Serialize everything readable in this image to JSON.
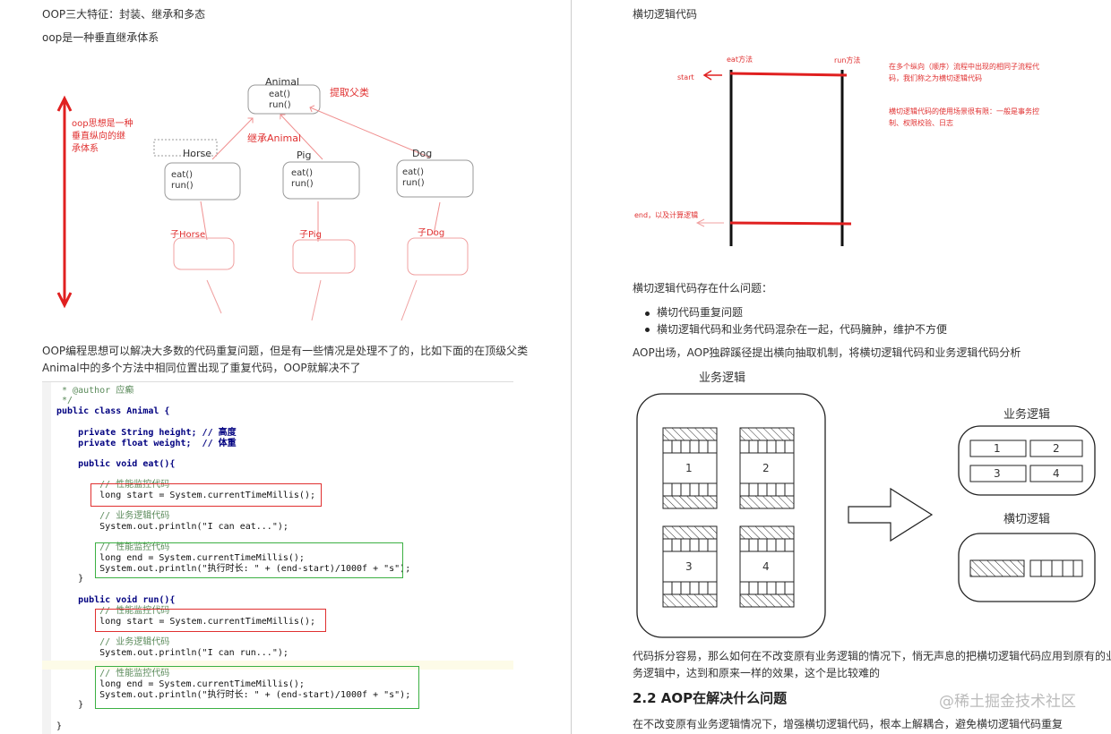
{
  "left": {
    "p1": "OOP三大特征：封装、继承和多态",
    "p2": "oop是一种垂直继承体系",
    "diagram": {
      "vertical_note": [
        "oop思想是一种",
        "垂直纵向的继",
        "承体系"
      ],
      "parent": {
        "name": "Animal",
        "methods": [
          "eat()",
          "run()"
        ]
      },
      "extract_parent_label": "提取父类",
      "inherit_label": "继承Animal",
      "children": [
        {
          "name": "Horse",
          "methods": [
            "eat()",
            "run()"
          ],
          "sub": "子Horse"
        },
        {
          "name": "Pig",
          "methods": [
            "eat()",
            "run()"
          ],
          "sub": "子Pig"
        },
        {
          "name": "Dog",
          "methods": [
            "eat()",
            "run()"
          ],
          "sub": "子Dog"
        }
      ]
    },
    "p3_line1": "OOP编程思想可以解决大多数的代码重复问题，但是有一些情况是处理不了的，比如下面的在顶级父类",
    "p3_line2": "Animal中的多个方法中相同位置出现了重复代码，OOP就解决不了",
    "code": [
      " * @author 应癫",
      " */",
      "public class Animal {",
      "    private String height; // 高度",
      "    private float weight;  // 体重",
      "    public void eat(){",
      "        // 性能监控代码",
      "        long start = System.currentTimeMillis();",
      "        // 业务逻辑代码",
      "        System.out.println(\"I can eat...\");",
      "        // 性能监控代码",
      "        long end = System.currentTimeMillis();",
      "        System.out.println(\"执行时长: \" + (end-start)/1000f + \"s\");",
      "    }",
      "    public void run(){",
      "        // 性能监控代码",
      "        long start = System.currentTimeMillis();",
      "        // 业务逻辑代码",
      "        System.out.println(\"I can run...\");",
      "        // 性能监控代码",
      "        long end = System.currentTimeMillis();",
      "        System.out.println(\"执行时长: \" + (end-start)/1000f + \"s\");",
      "    }",
      "}"
    ]
  },
  "right": {
    "heading": "横切逻辑代码",
    "cross": {
      "eat_label": "eat方法",
      "run_label": "run方法",
      "start_label": "start",
      "end_label": "end，以及计算逻辑",
      "note1": [
        "在多个纵向（顺序）流程中出现的相同子流程代",
        "码，我们称之为横切逻辑代码"
      ],
      "note2": [
        "横切逻辑代码的使用场景很有限：一般是事务控",
        "制、权限校验、日志"
      ]
    },
    "question": "横切逻辑代码存在什么问题：",
    "bullets": [
      "横切代码重复问题",
      "横切逻辑代码和业务代码混杂在一起，代码臃肿，维护不方便"
    ],
    "aop_intro": "AOP出场，AOP独辟蹊径提出横向抽取机制，将横切逻辑代码和业务逻辑代码分析",
    "aop_diagram": {
      "left_title": "业务逻辑",
      "left_cells": [
        "1",
        "2",
        "3",
        "4"
      ],
      "biz_title": "业务逻辑",
      "biz_cells": [
        "1",
        "2",
        "3",
        "4"
      ],
      "cross_title": "横切逻辑"
    },
    "p_split_1": "代码拆分容易，那么如何在不改变原有业务逻辑的情况下，悄无声息的把横切逻辑代码应用到原有的业",
    "p_split_2": "务逻辑中，达到和原来一样的效果，这个是比较难的",
    "h2": "2.2 AOP在解决什么问题",
    "p_last": "在不改变原有业务逻辑情况下，增强横切逻辑代码，根本上解耦合，避免横切逻辑代码重复",
    "watermark": "@稀土掘金技术社区"
  },
  "colors": {
    "red": "#e03030",
    "green": "#3cb043",
    "text": "#333333"
  }
}
